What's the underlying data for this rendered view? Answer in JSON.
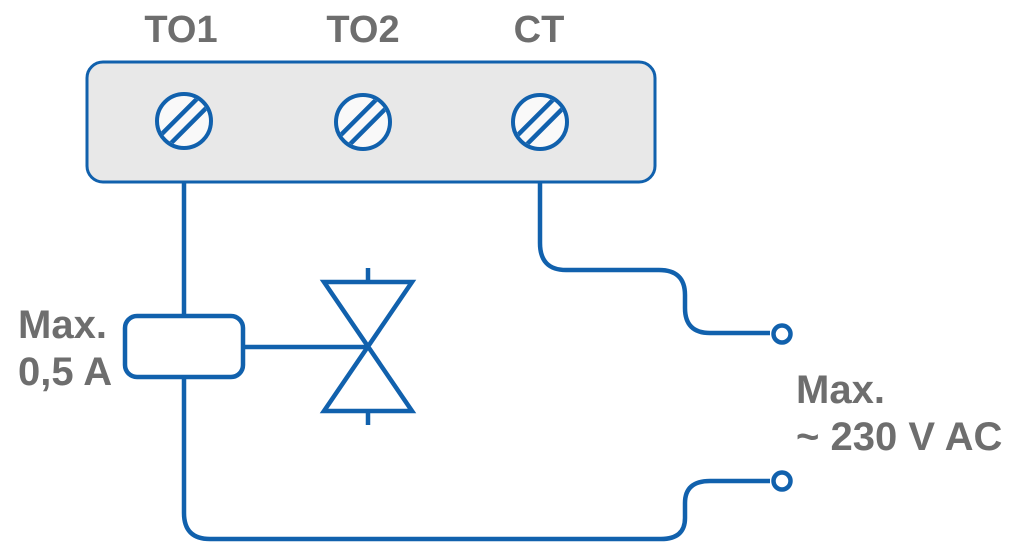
{
  "diagram": {
    "terminal_labels": {
      "to1": "TO1",
      "to2": "TO2",
      "ct": "CT"
    },
    "fuse_rating": {
      "line1": "Max.",
      "line2": "0,5 A"
    },
    "supply_rating": {
      "line1": "Max.",
      "line2": "~ 230 V AC"
    },
    "icons": {
      "screws": "screw-terminal-icon",
      "valve": "valve-icon",
      "endpoints": "connector-endpoint"
    },
    "colors": {
      "wire_blue": "#1161ad",
      "label_gray": "#6e6e6e",
      "block_fill": "#e8e8e8",
      "screw_fill": "#f9f9f9",
      "background": "#ffffff"
    }
  }
}
